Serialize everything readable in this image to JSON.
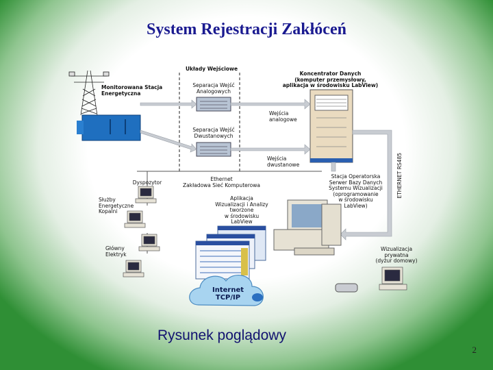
{
  "title": "System Rejestracji Zakłóceń",
  "caption": "Rysunek poglądowy",
  "page_number": "2",
  "labels": {
    "uklady": "Układy Wejściowe",
    "koncentrator": "Koncentrator Danych\n(komputer przemysłowy,\naplikacja w środowisku LabView)",
    "monitorowana": "Monitorowana Stacja\nEnergetyczna",
    "separacja_analog": "Separacja Wejść\nAnalogowych",
    "separacja_dwu": "Separacja Wejść\nDwustanowych",
    "wejscia_analog": "Wejścia\nanalogowe",
    "wejscia_dwu": "Wejścia\ndwustanowe",
    "ethernet_side": "ETHERNET RS485",
    "ethernet_lan": "Ethernet\nZakładowa Sieć Komputerowa",
    "stacja": "Stacja Operatorska\nSerwer Bazy Danych\nSystemu Wizualizacji\n(oprogramowanie\nw środowisku\nLabView)",
    "dyspozytor": "Dyspozytor",
    "sluzby": "Służby\nEnergetyczne\nKopalni",
    "aplikacja": "Aplikacja\nWizualizacji i Analizy\ntworzone\nw środowisku\nLabView",
    "glowny": "Główny\nElektryk",
    "wizualizacja": "Wizualizacja\nprywatna\n(dyżur domowy)",
    "internet": "Internet\nTCP/IP"
  }
}
